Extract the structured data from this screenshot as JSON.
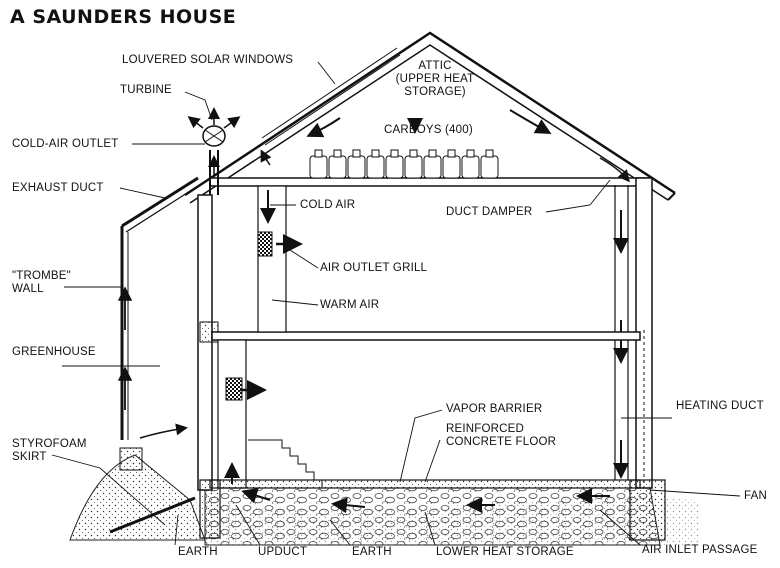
{
  "title": "A SAUNDERS HOUSE",
  "labels": {
    "louvered_solar_windows": "LOUVERED SOLAR WINDOWS",
    "turbine": "TURBINE",
    "attic_line1": "ATTIC",
    "attic_line2": "(UPPER HEAT",
    "attic_line3": "STORAGE)",
    "carboys": "CARBOYS (400)",
    "cold_air_outlet": "COLD-AIR OUTLET",
    "exhaust_duct": "EXHAUST DUCT",
    "cold_air": "COLD AIR",
    "duct_damper": "DUCT DAMPER",
    "trombe_line1": "\"TROMBE\"",
    "trombe_line2": "WALL",
    "air_outlet_grill": "AIR OUTLET GRILL",
    "warm_air": "WARM AIR",
    "greenhouse": "GREENHOUSE",
    "vapor_barrier": "VAPOR BARRIER",
    "heating_duct": "HEATING DUCT",
    "reinforced_line1": "REINFORCED",
    "reinforced_line2": "CONCRETE FLOOR",
    "styrofoam_line1": "STYROFOAM",
    "styrofoam_line2": "SKIRT",
    "fan": "FAN",
    "earth_left": "EARTH",
    "upduct": "UPDUCT",
    "earth_right": "EARTH",
    "lower_heat_storage": "LOWER HEAT STORAGE",
    "air_inlet_passage": "AIR INLET PASSAGE"
  }
}
